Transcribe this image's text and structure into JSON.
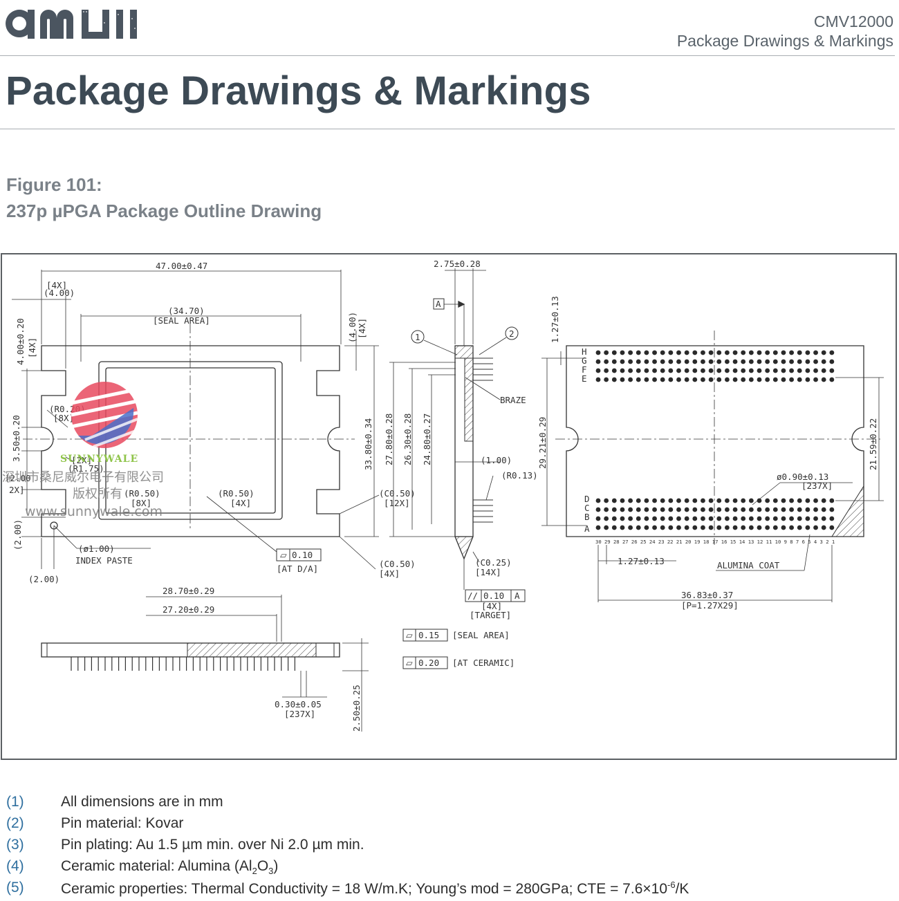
{
  "header": {
    "logo_name": "ams",
    "doc_id": "CMV12000",
    "doc_section": "Package Drawings & Markings"
  },
  "page_title": "Package Drawings & Markings",
  "figure": {
    "number": "Figure 101:",
    "title": "237p µPGA Package Outline Drawing"
  },
  "drawing": {
    "top_view": {
      "width": "47.00±0.47",
      "seal_area": "(34.70)",
      "seal_area_label": "[SEAL AREA]",
      "corner_4x_a": "[4X]",
      "corner_4x_b": "(4.00)",
      "left_offset": "4.00±0.20",
      "left_offset_mult": "[4X]",
      "right_top_a": "(4.00)",
      "right_top_b": "[4X]",
      "height": "33.80±0.34",
      "r020": "(R0.20)",
      "r020_mult": "[8X]",
      "notch": "3.50±0.20",
      "notch_mult_a": "[2X]",
      "notch_mult_b": "(R1.75)",
      "left_cut_a": "(2.00",
      "left_cut_b": "2X]",
      "r050_left": "(R0.50)",
      "r050_left_mult": "[8X]",
      "r050_mid": "(R0.50)",
      "r050_mid_mult": "[4X]",
      "c050_top": "(C0.50)",
      "c050_top_mult": "[12X]",
      "c050_bot": "(C0.50)",
      "c050_bot_mult": "[4X]",
      "index_dia": "(ø1.00)",
      "index_label": "INDEX PASTE",
      "bottom_left_a": "(2.00)",
      "bottom_left_b": "(2.00)",
      "flatness": "0.10",
      "flatness_ref": "[AT D/A]"
    },
    "side_view": {
      "thickness": "2.75±0.28",
      "datum": "A",
      "callout1": "1",
      "callout2": "2",
      "braze": "BRAZE",
      "d1": "27.80±0.28",
      "d2": "26.30±0.28",
      "d3": "24.80±0.27",
      "pin_len": "(1.00)",
      "r013": "(R0.13)",
      "c025": "(C0.25)",
      "c025_mult": "[14X]",
      "parallel": "0.10",
      "parallel_datum": "A",
      "parallel_mult": "[4X]",
      "parallel_ref": "[TARGET]"
    },
    "bottom_view": {
      "row_pitch": "1.27±0.13",
      "rows": [
        "H",
        "G",
        "F",
        "E",
        "D",
        "C",
        "B",
        "A"
      ],
      "height": "29.21±0.29",
      "row_span": "21.59±0.22",
      "pin_dia": "ø0.90±0.13",
      "pin_count": "[237X]",
      "col_numbers": "30 29 28 27 26 25 24 23 22 21 20 19 18 17 16 15 14 13 12 11 10 9 8 7 6 5 4 3 2 1",
      "col_pitch": "1.27±0.13",
      "coat": "ALUMINA COAT",
      "width": "36.83±0.37",
      "width_ref": "[P=1.27X29]"
    },
    "front_view": {
      "d1": "28.70±0.29",
      "d2": "27.20±0.29",
      "flat_seal": "0.15",
      "flat_seal_ref": "[SEAL AREA]",
      "flat_ceramic": "0.20",
      "flat_ceramic_ref": "[AT CERAMIC]",
      "pin_dia": "0.30±0.05",
      "pin_count": "[237X]",
      "pin_len": "2.50±0.25"
    },
    "watermark": {
      "brand": "SUNNYWALE",
      "line1": "深圳市桑尼威尔电子有限公司",
      "line2": "版权所有",
      "url": "www.sunnywale.com"
    }
  },
  "notes": [
    {
      "num": "(1)",
      "text": "All dimensions are in mm"
    },
    {
      "num": "(2)",
      "text": "Pin material: Kovar"
    },
    {
      "num": "(3)",
      "text": "Pin plating: Au 1.5 µm min. over Ni 2.0 µm min."
    },
    {
      "num": "(4)",
      "text_a": "Ceramic material: Alumina (Al",
      "sub1": "2",
      "text_b": "O",
      "sub2": "3",
      "text_c": ")"
    },
    {
      "num": "(5)",
      "text_a": "Ceramic properties: Thermal Conductivity = 18 W/m.K; Young’s mod = 280GPa; CTE = 7.6×10",
      "sup": "-6",
      "text_b": "/K"
    }
  ]
}
